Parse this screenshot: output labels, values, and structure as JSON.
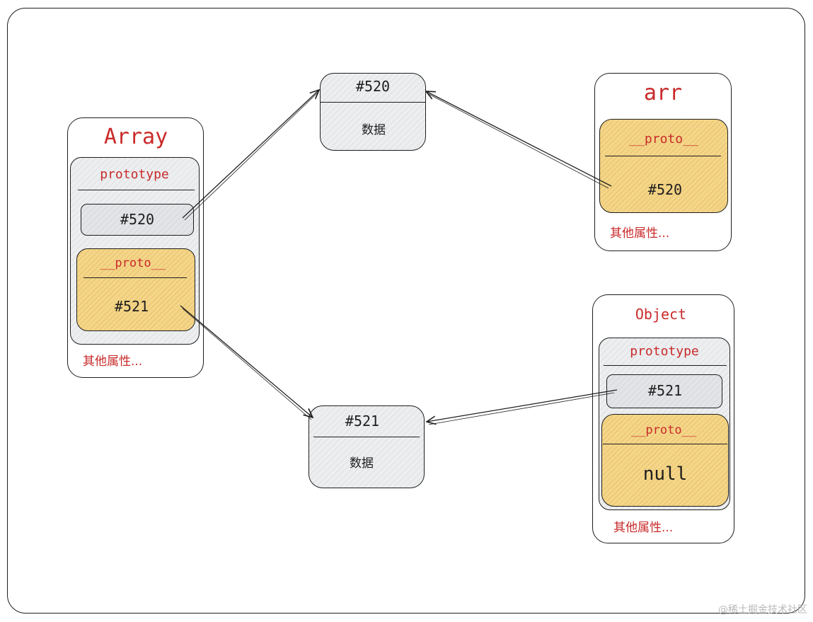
{
  "array": {
    "title": "Array",
    "prototype_label": "prototype",
    "prototype_value": "#520",
    "proto_label": "__proto__",
    "proto_value": "#521",
    "other": "其他属性..."
  },
  "arr": {
    "title": "arr",
    "proto_label": "__proto__",
    "proto_value": "#520",
    "other": "其他属性..."
  },
  "object": {
    "title": "Object",
    "prototype_label": "prototype",
    "prototype_value": "#521",
    "proto_label": "__proto__",
    "proto_value": "null",
    "other": "其他属性..."
  },
  "mem520": {
    "address": "#520",
    "content": "数据"
  },
  "mem521": {
    "address": "#521",
    "content": "数据"
  },
  "colors": {
    "title_red": "#c92a2a",
    "stroke": "#1e1e1e",
    "gray_fill": "#eceef0",
    "yellow_fill": "#f4d68a"
  },
  "watermark": "@稀土掘金技术社区"
}
